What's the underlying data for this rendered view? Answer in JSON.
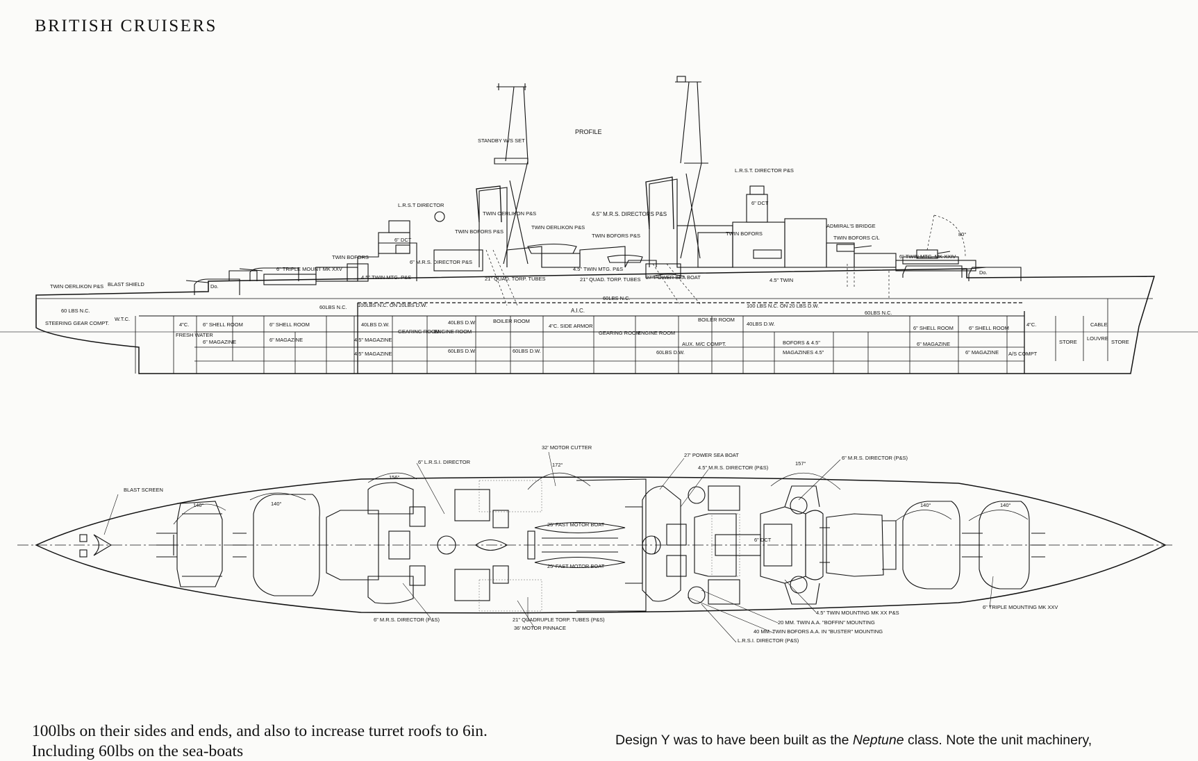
{
  "header": {
    "title": "BRITISH CRUISERS"
  },
  "profile": {
    "title": "PROFILE",
    "labels": {
      "standby_ws": "STANDBY W/S SET",
      "lrst_director_aft": "L.R.S.T DIRECTOR",
      "lrst_director_ps": "L.R.S.T. DIRECTOR P&S",
      "twin_oerlikon_ps_mid": "TWIN OERLIKON P&S",
      "twin_oerlikon_ps_fwd": "TWIN OERLIKON P&S",
      "twin_oerlikon_ps_stern": "TWIN OERLIKON P&S",
      "twin_bofors_ps": "TWIN BOFORS P&S",
      "twin_bofors_cl": "TWIN BOFORS C/L",
      "twin_bofors_fwd": "TWIN BOFORS",
      "twin_bofors_aft": "TWIN BOFORS",
      "mrs_directors": "4.5\" M.R.S. DIRECTORS P&S",
      "admirals_bridge": "ADMIRAL'S BRIDGE",
      "blast_shield": "BLAST SHIELD",
      "triple_mount": "6\" TRIPLE MOUNT MK XXV",
      "mrs_director_aft": "6\" M.R.S. DIRECTOR P&S",
      "twin_mtg_ps": "4.5\" TWIN MTG. P&S",
      "twin_mtg_ps_2": "4.5\" TWIN MTG. P&S",
      "quad_torp_aft": "21\" QUAD. TORP. TUBES",
      "quad_torp_fwd": "21\" QUAD. TORP. TUBES",
      "power_sea_boat": "27' POWER SEA BOAT",
      "twin_mtg_fwd": "6\" TWIN MTG. MK XXIV",
      "twin_45_fwd": "4.5\" TWIN",
      "angle_80": "80°",
      "do_aft": "Do.",
      "do_fwd": "Do.",
      "dct_aft": "6\" DCT",
      "dct_fwd": "6\" DCT",
      "nc_60_stern": "60 LBS N.C.",
      "nc_60_aft": "60LBS N.C.",
      "nc_60_fwd": "60LBS N.C.",
      "nc_100_aft": "100LBS N.C. ON 20LBS D.W.",
      "nc_100_fwd": "100 LBS N.C. ON 20 LBS D.W.",
      "nc_60_mid": "60LBS N.C.",
      "aic": "A.I.C.",
      "side_armor": "4\"C. SIDE ARMOR",
      "steering": "STEERING GEAR COMPT.",
      "wtc": "W.T.C.",
      "shell_room_1": "6\" SHELL ROOM",
      "shell_room_2": "6\" SHELL ROOM",
      "shell_room_3": "6\" SHELL ROOM",
      "shell_room_4": "6\" SHELL ROOM",
      "magazine_1": "6\" MAGAZINE",
      "magazine_2": "6\" MAGAZINE",
      "magazine_3": "6\" MAGAZINE",
      "magazine_4": "6\" MAGAZINE",
      "mag_45_a": "4.5\" MAGAZINE",
      "mag_45_b": "4.5\" MAGAZINE",
      "dw_40_a": "40LBS D.W.",
      "dw_40_b": "40LBS D.W.",
      "dw_40_c": "40LBS D.W.",
      "dw_60_a": "60LBS D.W.",
      "dw_60_b": "60LBS D.W.",
      "dw_60_c": "60LBS D.W.",
      "gearing_aft": "GEARING ROOM",
      "gearing_fwd": "GEARING ROOM",
      "engine_aft": "ENGINE ROOM",
      "engine_fwd": "ENGINE ROOM",
      "boiler_aft": "BOILER ROOM",
      "boiler_fwd": "BOILER ROOM",
      "aux_compt": "AUX. M/C COMPT.",
      "magazines_45": "MAGAZINES 4.5\"",
      "bofors_45": "BOFORS & 4.5\"",
      "fresh_water": "FRESH WATER",
      "store_1": "STORE",
      "store_2": "STORE",
      "as_compt": "A/S COMPT",
      "cable": "CABLE",
      "louvre": "LOUVRE",
      "c4_a": "4\"C.",
      "c4_b": "4\"C."
    }
  },
  "plan": {
    "labels": {
      "blast_screen": "BLAST SCREEN",
      "lrsi_director": "6\" L.R.S.I. DIRECTOR",
      "motor_cutter": "32' MOTOR CUTTER",
      "power_sea_boat": "27' POWER SEA BOAT",
      "mrs_director_45": "4.5\" M.R.S. DIRECTOR (P&S)",
      "mrs_director_6": "6\" M.R.S. DIRECTOR (P&S)",
      "mrs_director_6_aft": "6\" M.R.S. DIRECTOR (P&S)",
      "fast_motor_boat_1": "25' FAST MOTOR BOAT",
      "fast_motor_boat_2": "25' FAST MOTOR BOAT",
      "quad_torp": "21\" QUADRUPLE TORP. TUBES (P&S)",
      "motor_pinnace": "36' MOTOR PINNACE",
      "twin_mounting": "4.5\" TWIN MOUNTING MK XX P&S",
      "boffin": "20 MM. TWIN A.A. \"BOFFIN\" MOUNTING",
      "buster": "40 MM. TWIN BOFORS A.A. IN \"BUSTER\" MOUNTING",
      "lrsi_director_ps": "L.R.S.I. DIRECTOR (P&S)",
      "triple_mounting": "6\" TRIPLE MOUNTING MK XXV",
      "dct": "6\" DCT",
      "angle_140_a": "140°",
      "angle_140_b": "140°",
      "angle_140_c": "140°",
      "angle_140_d": "140°",
      "angle_156": "156°",
      "angle_157": "157°",
      "angle_172": "172°"
    }
  },
  "text": {
    "left_line_1": "100lbs on their sides and ends, and also to increase turret roofs to 6in.",
    "left_line_2": "Including 60lbs on the sea-boats",
    "right_prefix": "Design Y was to have been built as the ",
    "right_italic": "Neptune",
    "right_suffix": " class. Note the unit machinery,"
  },
  "colors": {
    "ink": "#111111",
    "paper": "#fbfbf9",
    "hatch": "#555555"
  }
}
